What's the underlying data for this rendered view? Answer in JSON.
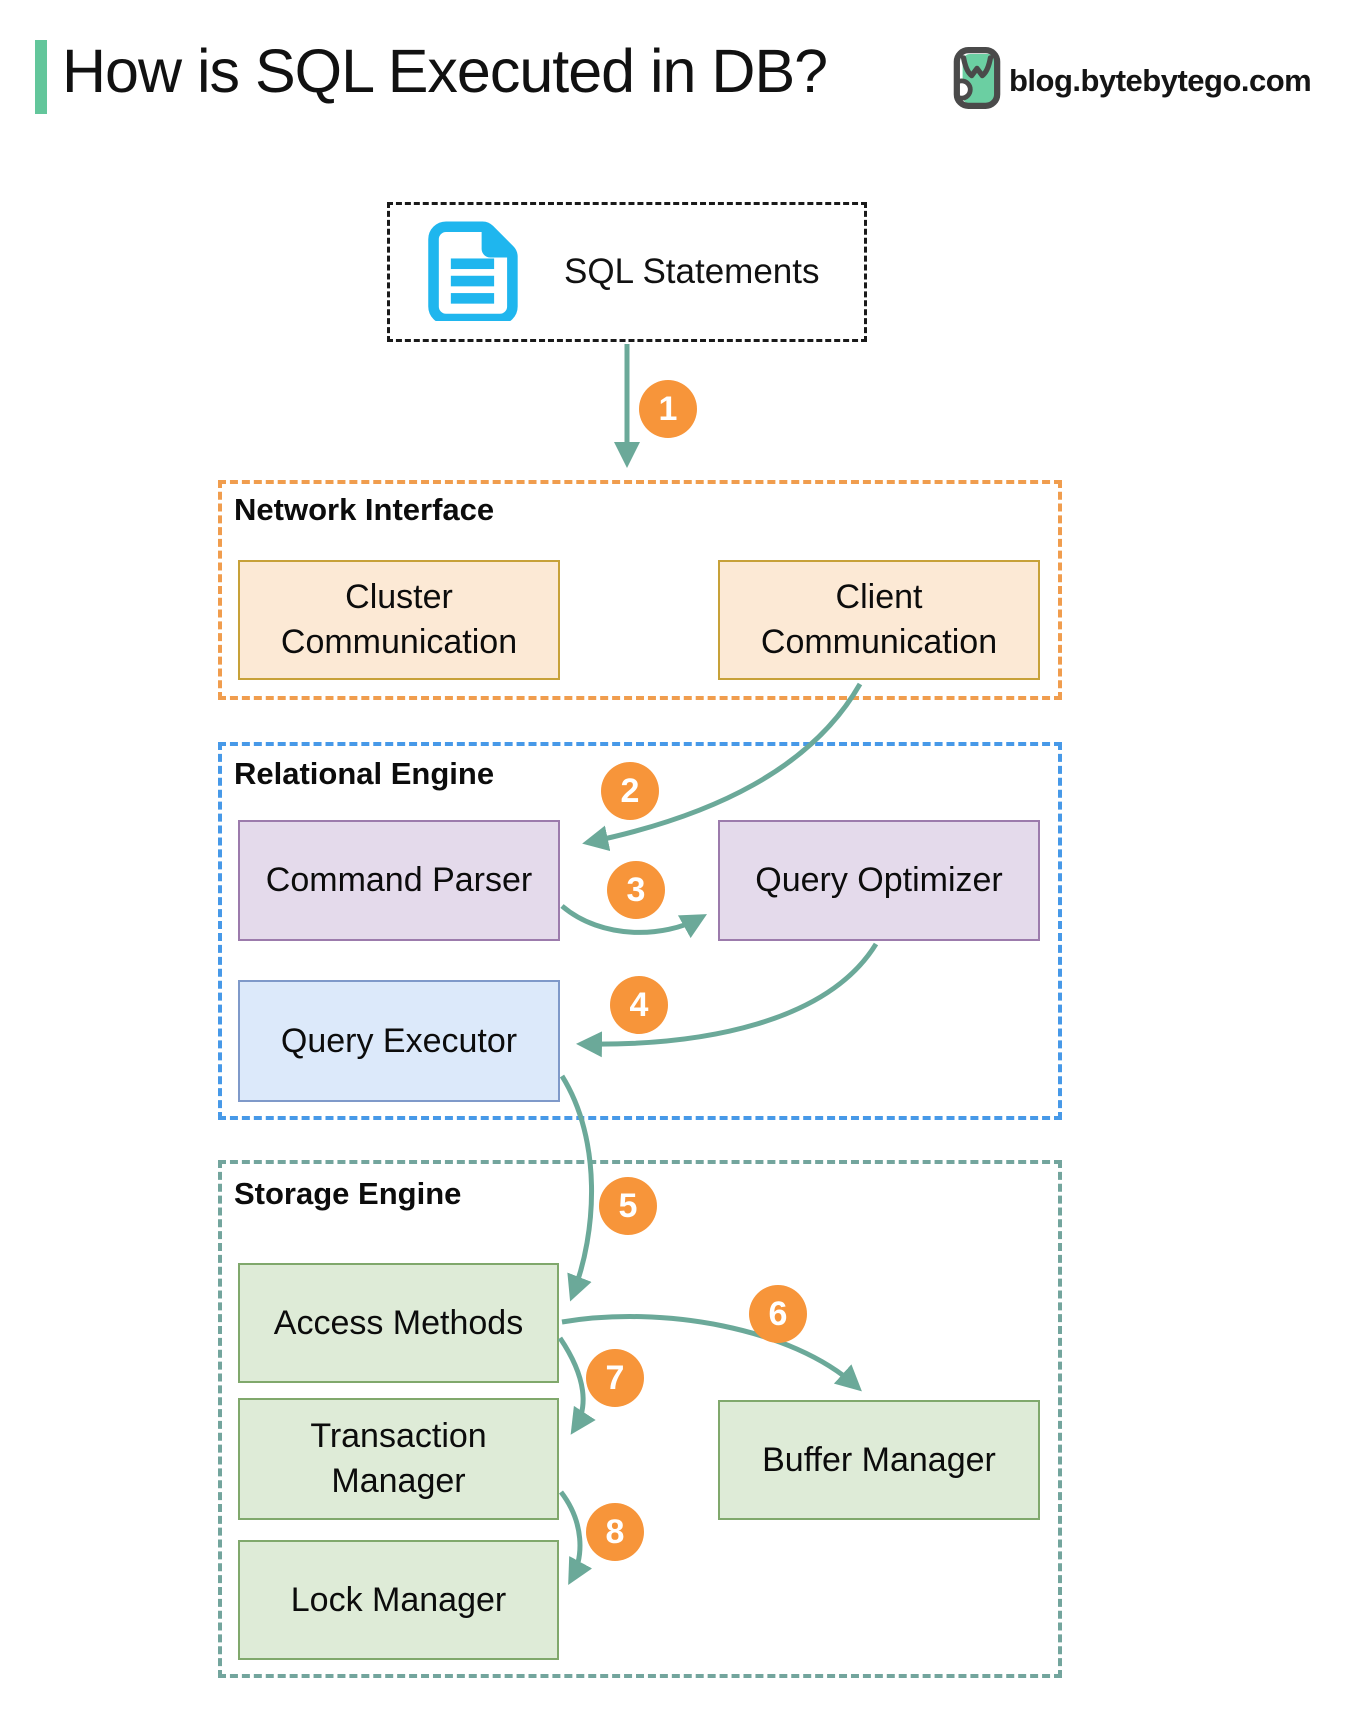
{
  "header": {
    "title": "How is SQL Executed in DB?",
    "brand": "blog.bytebytego.com",
    "accent_color": "#63C69B",
    "logo_colors": {
      "outline": "#4A4A4A",
      "fill": "#6BCFA2"
    }
  },
  "diagram": {
    "source_box": {
      "label": "SQL Statements",
      "icon": "document-icon",
      "icon_color": "#1FB6EE"
    },
    "sections": [
      {
        "id": "network-interface",
        "title": "Network Interface",
        "border_color": "#F09D4E",
        "boxes": [
          {
            "id": "cluster-communication",
            "label": "Cluster Communication",
            "fill": "#FCE9D5",
            "border": "#C7A139"
          },
          {
            "id": "client-communication",
            "label": "Client Communication",
            "fill": "#FCE9D5",
            "border": "#C7A139"
          }
        ]
      },
      {
        "id": "relational-engine",
        "title": "Relational Engine",
        "border_color": "#4799E8",
        "boxes": [
          {
            "id": "command-parser",
            "label": "Command Parser",
            "fill": "#E4DAEB",
            "border": "#9C7BAC"
          },
          {
            "id": "query-optimizer",
            "label": "Query Optimizer",
            "fill": "#E4DAEB",
            "border": "#9C7BAC"
          },
          {
            "id": "query-executor",
            "label": "Query Executor",
            "fill": "#DCE9FA",
            "border": "#7F99C9"
          }
        ]
      },
      {
        "id": "storage-engine",
        "title": "Storage Engine",
        "border_color": "#73A59D",
        "boxes": [
          {
            "id": "access-methods",
            "label": "Access Methods",
            "fill": "#DEEBD7",
            "border": "#80A86C"
          },
          {
            "id": "transaction-manager",
            "label": "Transaction Manager",
            "fill": "#DEEBD7",
            "border": "#80A86C"
          },
          {
            "id": "buffer-manager",
            "label": "Buffer Manager",
            "fill": "#DEEBD7",
            "border": "#80A86C"
          },
          {
            "id": "lock-manager",
            "label": "Lock Manager",
            "fill": "#DEEBD7",
            "border": "#80A86C"
          }
        ]
      }
    ],
    "steps": [
      {
        "number": "1",
        "from": "SQL Statements",
        "to": "Network Interface"
      },
      {
        "number": "2",
        "from": "Client Communication",
        "to": "Command Parser"
      },
      {
        "number": "3",
        "from": "Command Parser",
        "to": "Query Optimizer"
      },
      {
        "number": "4",
        "from": "Query Optimizer",
        "to": "Query Executor"
      },
      {
        "number": "5",
        "from": "Query Executor",
        "to": "Access Methods"
      },
      {
        "number": "6",
        "from": "Access Methods",
        "to": "Buffer Manager"
      },
      {
        "number": "7",
        "from": "Access Methods",
        "to": "Transaction Manager"
      },
      {
        "number": "8",
        "from": "Transaction Manager",
        "to": "Lock Manager"
      }
    ],
    "colors": {
      "arrow": "#6BA999",
      "badge": "#F7953A",
      "badge_text": "#FFFFFF"
    }
  }
}
